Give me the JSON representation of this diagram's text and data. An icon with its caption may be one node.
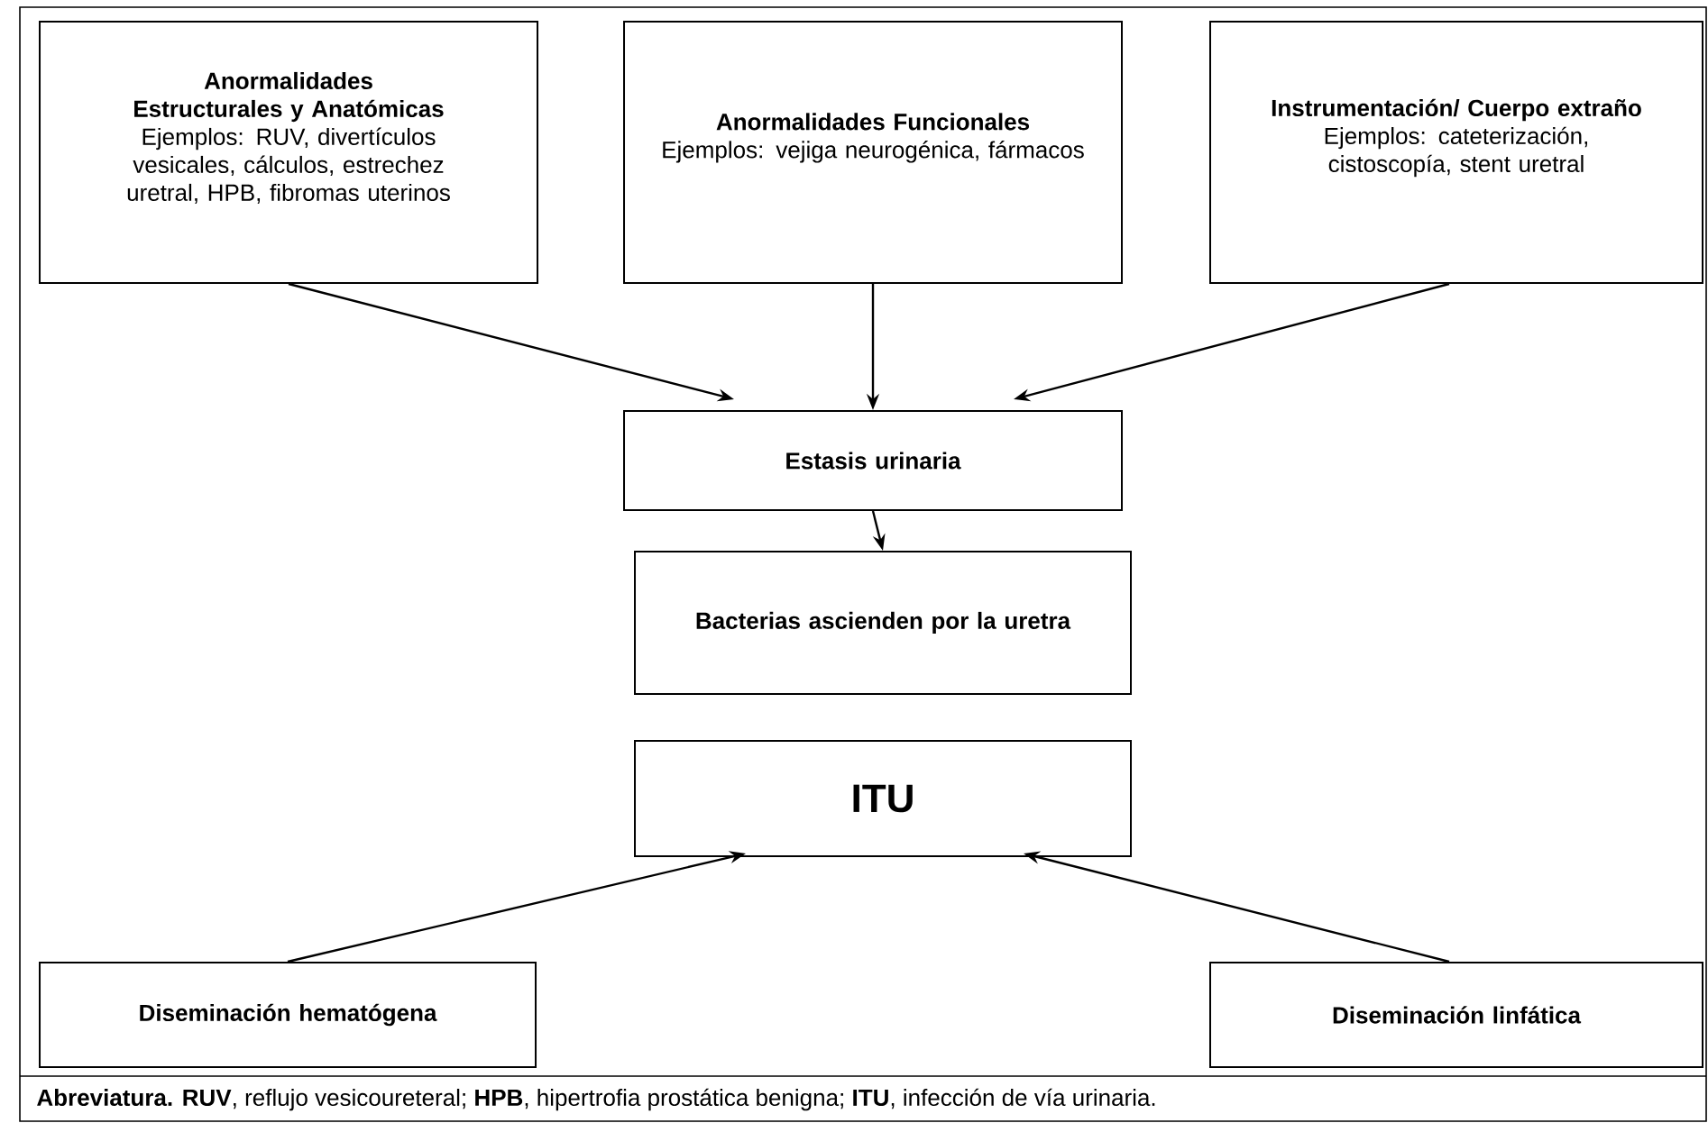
{
  "diagram": {
    "caption": "**Abreviatura.** **RUV**, reflujo vesicoureteral; **HPB**, hipertrofia prostática benigna; **ITU**, infección de vía urinaria.",
    "nodes": [
      {
        "text": [
          "Anormalidades Estructurales y Anatómicas",
          "Ejemplos: RUV, divertículos vesicales, cálculos, estrechez uretral, HPB, fibromas uterinos"
        ]
      },
      {
        "text": [
          "Anormalidades Funcionales",
          "Ejemplos: vejiga neurogénica, fármacos"
        ]
      },
      {
        "text": [
          "Instrumentación/ Cuerpo extraño",
          "Ejemplos: cateterización, cistoscopía, stent uretral"
        ]
      },
      {
        "text": [
          "Estasis urinaria"
        ]
      },
      {
        "text": [
          "Bacterias ascienden por la uretra"
        ]
      },
      {
        "text": [
          "ITU"
        ]
      },
      {
        "text": [
          "Diseminación hematógena"
        ]
      },
      {
        "text": [
          "Diseminación linfática"
        ]
      }
    ],
    "edges": [
      {
        "from": 0,
        "to": 3,
        "arrow": "to"
      },
      {
        "from": 1,
        "to": 3,
        "arrow": "to"
      },
      {
        "from": 2,
        "to": 3,
        "arrow": "to"
      },
      {
        "from": 3,
        "to": 4,
        "arrow": "to"
      },
      {
        "from": 6,
        "to": 5,
        "arrow": "to"
      },
      {
        "from": 7,
        "to": 5,
        "arrow": "to"
      }
    ]
  }
}
